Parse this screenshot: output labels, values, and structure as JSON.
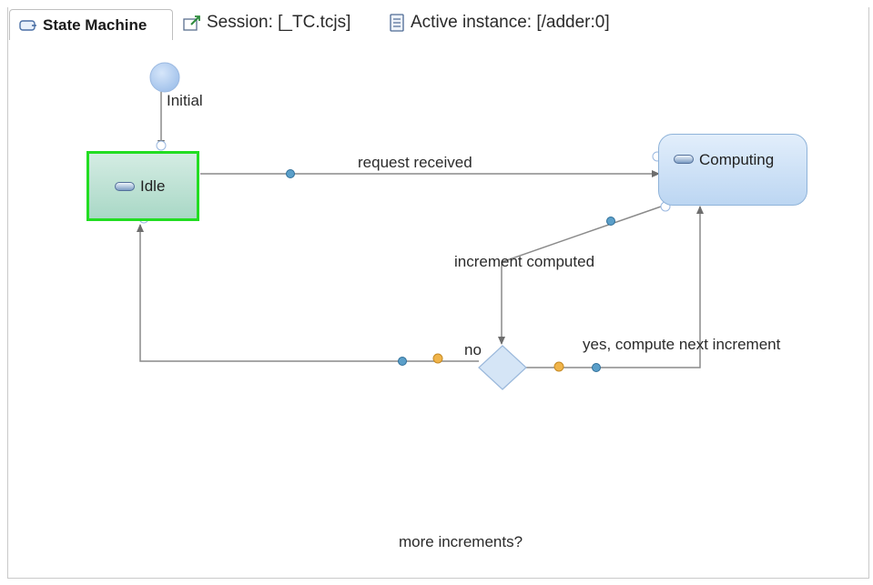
{
  "toolbar": {
    "tab_label": "State Machine",
    "session_text": "Session: [_TC.tcjs]",
    "instance_text": "Active instance: [/adder:0]"
  },
  "diagram": {
    "initial_label": "Initial",
    "states": {
      "idle": "Idle",
      "computing": "Computing"
    },
    "transitions": {
      "request_received": "request received",
      "increment_computed": "increment computed",
      "no": "no",
      "yes": "yes, compute next increment"
    },
    "choice_label": "more increments?"
  },
  "colors": {
    "active_border": "#22dd22",
    "idle_fill": "#bfe3d6",
    "computing_fill": "#cfe2f7",
    "edge": "#8a8a8a"
  }
}
